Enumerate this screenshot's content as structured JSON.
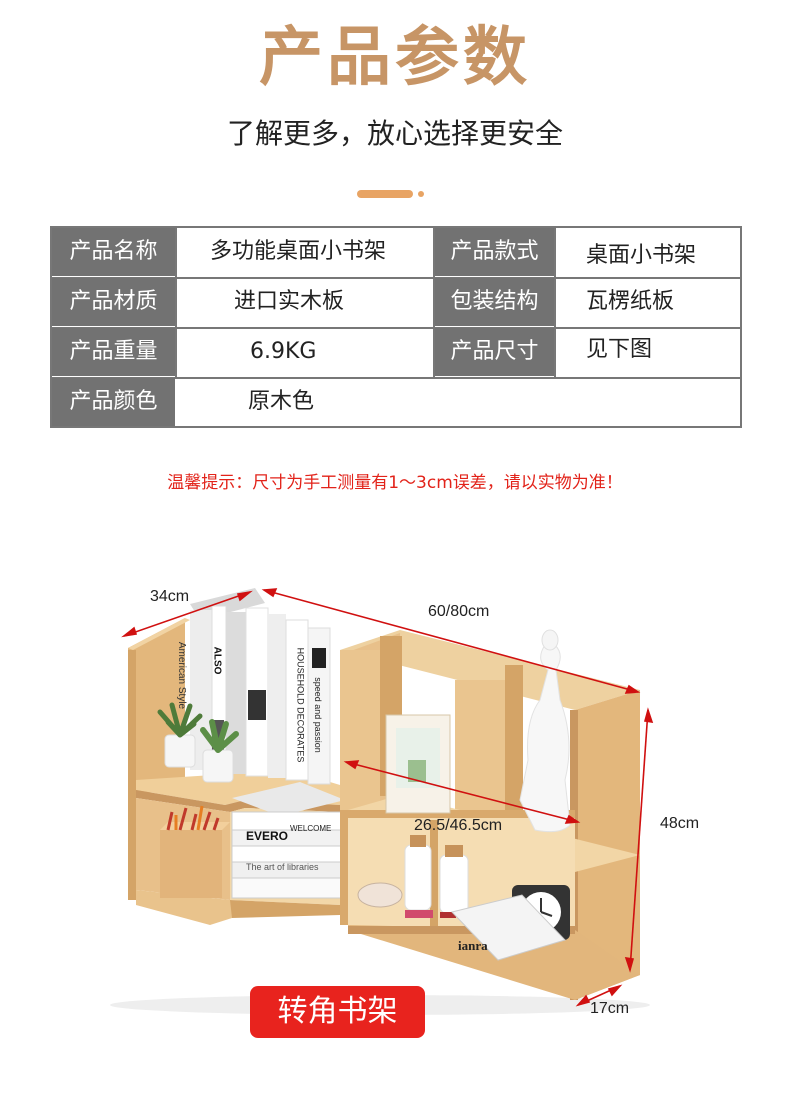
{
  "header": {
    "title": "产品参数",
    "subtitle": "了解更多，放心选择更安全"
  },
  "specs": [
    {
      "label1": "产品名称",
      "value1": "多功能桌面小书架",
      "label2": "产品款式",
      "value2": "桌面小书架"
    },
    {
      "label1": "产品材质",
      "value1": "进口实木板",
      "label2": "包装结构",
      "value2": "瓦楞纸板"
    },
    {
      "label1": "产品重量",
      "value1": "6.9KG",
      "label2": "产品尺寸",
      "value2": "见下图"
    },
    {
      "label1": "产品颜色",
      "value1": "原木色",
      "label2": "",
      "value2": ""
    }
  ],
  "notice": "温馨提示：尺寸为手工测量有1～3cm误差，请以实物为准！",
  "dimensions": {
    "depth": "34cm",
    "width": "60/80cm",
    "inner": "26.5/46.5cm",
    "height": "48cm",
    "base_depth": "17cm"
  },
  "book_spines": {
    "b1": "American Style",
    "b2": "ALSO",
    "b3": "HOUSEHOLD DECORATES",
    "b4": "speed and passion",
    "b5": "WELCOME",
    "b6": "EVERO",
    "b7": "The art of libraries",
    "b8": "ianra"
  },
  "badge": "转角书架",
  "colors": {
    "title": "#c79566",
    "label_bg": "#727272",
    "notice": "#e2231a",
    "badge": "#e8231e",
    "wood": "#e9c38c"
  }
}
